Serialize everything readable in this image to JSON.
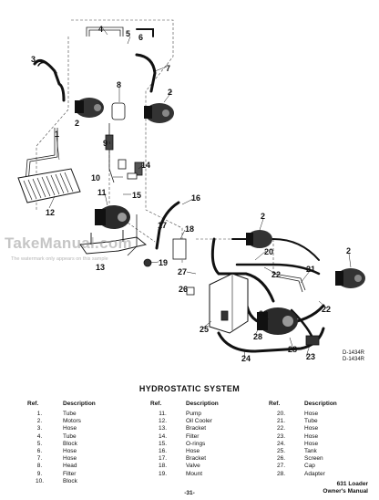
{
  "watermark": {
    "title": "TakeManual.com",
    "note": "The watermark only appears on this sample"
  },
  "diagram": {
    "callouts": [
      "1",
      "2",
      "3",
      "4",
      "5",
      "6",
      "7",
      "8",
      "9",
      "10",
      "11",
      "12",
      "13",
      "14",
      "15",
      "16",
      "17",
      "18",
      "19",
      "20",
      "21",
      "22",
      "23",
      "24",
      "25",
      "26",
      "27",
      "28"
    ],
    "figure_ids": [
      "D-1434R",
      "D-1434R"
    ]
  },
  "section_title": "HYDROSTATIC SYSTEM",
  "table_headers": {
    "ref": "Ref.",
    "description": "Description"
  },
  "parts_columns": [
    [
      {
        "ref": "1.",
        "desc": "Tube"
      },
      {
        "ref": "2.",
        "desc": "Motors"
      },
      {
        "ref": "3.",
        "desc": "Hose"
      },
      {
        "ref": "4.",
        "desc": "Tube"
      },
      {
        "ref": "5.",
        "desc": "Block"
      },
      {
        "ref": "6.",
        "desc": "Hose"
      },
      {
        "ref": "7.",
        "desc": "Hose"
      },
      {
        "ref": "8.",
        "desc": "Head"
      },
      {
        "ref": "9.",
        "desc": "Filter"
      },
      {
        "ref": "10.",
        "desc": "Block"
      }
    ],
    [
      {
        "ref": "11.",
        "desc": "Pump"
      },
      {
        "ref": "12.",
        "desc": "Oil Cooler"
      },
      {
        "ref": "13.",
        "desc": "Bracket"
      },
      {
        "ref": "14.",
        "desc": "Filter"
      },
      {
        "ref": "15.",
        "desc": "O-rings"
      },
      {
        "ref": "16.",
        "desc": "Hose"
      },
      {
        "ref": "17.",
        "desc": "Bracket"
      },
      {
        "ref": "18.",
        "desc": "Valve"
      },
      {
        "ref": "19.",
        "desc": "Mount"
      }
    ],
    [
      {
        "ref": "20.",
        "desc": "Hose"
      },
      {
        "ref": "21.",
        "desc": "Tube"
      },
      {
        "ref": "22.",
        "desc": "Hose"
      },
      {
        "ref": "23.",
        "desc": "Hose"
      },
      {
        "ref": "24.",
        "desc": "Hose"
      },
      {
        "ref": "25.",
        "desc": "Tank"
      },
      {
        "ref": "26.",
        "desc": "Screen"
      },
      {
        "ref": "27.",
        "desc": "Cap"
      },
      {
        "ref": "28.",
        "desc": "Adapter"
      }
    ]
  ],
  "footer": {
    "model": "631 Loader",
    "manual": "Owner's Manual",
    "page": "-31-"
  }
}
